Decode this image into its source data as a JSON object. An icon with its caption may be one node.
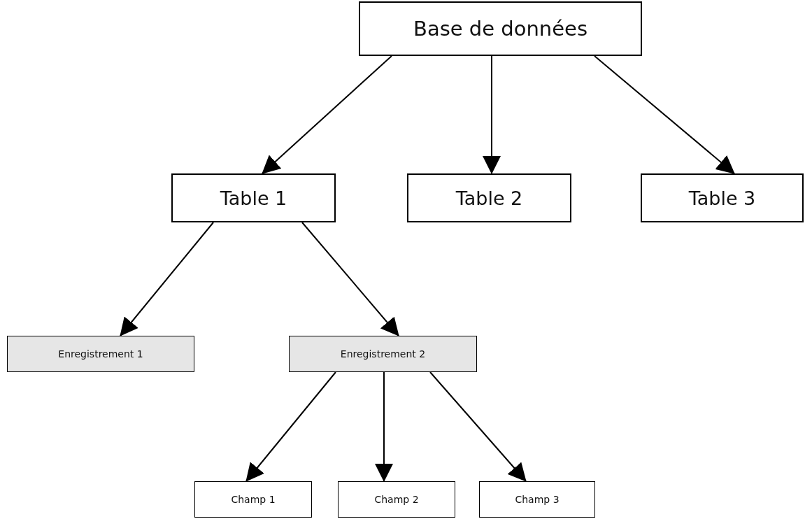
{
  "diagram": {
    "nodes": [
      {
        "text": [
          "Base de données"
        ]
      },
      {
        "text": [
          "Table 1"
        ]
      },
      {
        "text": [
          "Table 2"
        ]
      },
      {
        "text": [
          "Table 3"
        ]
      },
      {
        "text": [
          "Enregistrement 1"
        ]
      },
      {
        "text": [
          "Enregistrement 2"
        ]
      },
      {
        "text": [
          "Champ 1"
        ]
      },
      {
        "text": [
          "Champ 2"
        ]
      },
      {
        "text": [
          "Champ 3"
        ]
      }
    ],
    "edges": [
      {
        "from": 0,
        "to": 1,
        "arrow": "to"
      },
      {
        "from": 0,
        "to": 2,
        "arrow": "to"
      },
      {
        "from": 0,
        "to": 3,
        "arrow": "to"
      },
      {
        "from": 1,
        "to": 4,
        "arrow": "to"
      },
      {
        "from": 1,
        "to": 5,
        "arrow": "to"
      },
      {
        "from": 5,
        "to": 6,
        "arrow": "to"
      },
      {
        "from": 5,
        "to": 7,
        "arrow": "to"
      },
      {
        "from": 5,
        "to": 8,
        "arrow": "to"
      }
    ]
  }
}
